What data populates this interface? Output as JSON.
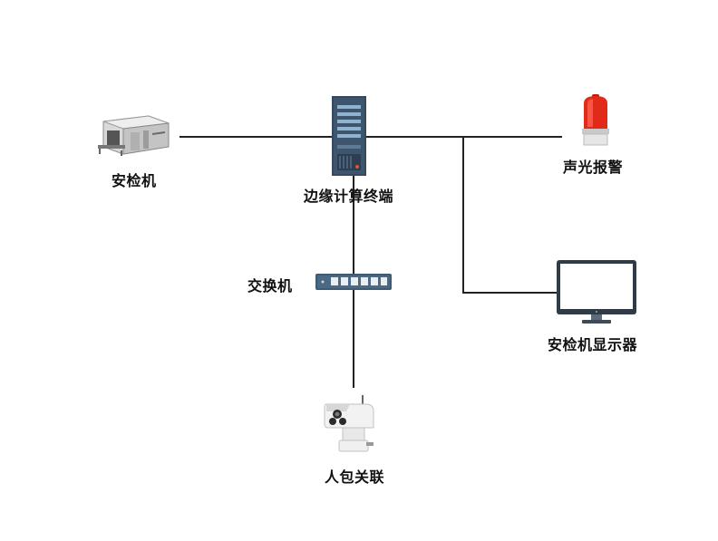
{
  "diagram": {
    "nodes": {
      "scanner": {
        "label": "安检机",
        "icon": "xray-scanner-icon"
      },
      "edge": {
        "label": "边缘计算终端",
        "icon": "server-icon"
      },
      "alarm": {
        "label": "声光报警",
        "icon": "alarm-light-icon"
      },
      "switch": {
        "label": "交换机",
        "icon": "network-switch-icon"
      },
      "monitor": {
        "label": "安检机显示器",
        "icon": "monitor-icon"
      },
      "camera": {
        "label": "人包关联",
        "icon": "camera-icon"
      }
    },
    "connections": [
      {
        "from": "scanner",
        "to": "edge"
      },
      {
        "from": "edge",
        "to": "alarm"
      },
      {
        "from": "edge",
        "to": "monitor"
      },
      {
        "from": "edge",
        "to": "switch"
      },
      {
        "from": "switch",
        "to": "camera"
      }
    ],
    "colors": {
      "line": "#222222",
      "server_body": "#3a4f66",
      "alarm_red": "#e22a18",
      "switch_body": "#3f5a73"
    }
  }
}
